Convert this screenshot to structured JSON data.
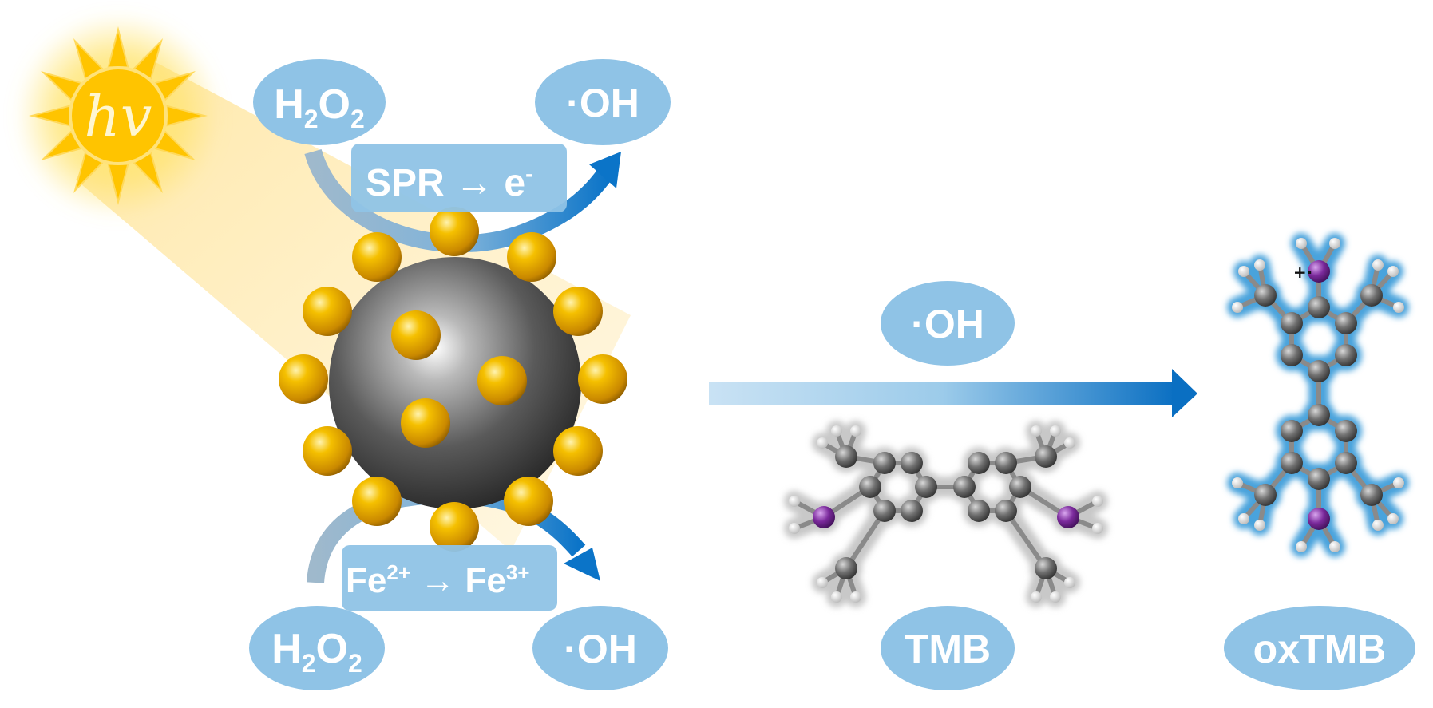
{
  "labels": {
    "hv": "hv",
    "h2o2_top": [
      "H",
      "2",
      "O",
      "2"
    ],
    "oh_top": "·OH",
    "spr": "SPR → e",
    "spr_sup": "-",
    "fe_a": "Fe",
    "fe_a_sup": "2+",
    "fe_arrow": " → Fe",
    "fe_b_sup": "3+",
    "h2o2_bottom": [
      "H",
      "2",
      "O",
      "2"
    ],
    "oh_bottom": "·OH",
    "oh_middle": "·OH",
    "tmb": "TMB",
    "oxtmb": "oxTMB",
    "radical_mark": "+·"
  },
  "colors": {
    "bubble": "#8fc3e6",
    "arrow_blue": "#1a7cc6",
    "arrow_grey": "#8aaec7",
    "gold": "#e8a300",
    "sun": "#ffc400",
    "core": "#555555",
    "nitrogen": "#7b2a9c",
    "carbon": "#6a6a6a",
    "hydrogen": "#e8e8e8",
    "ox_glow": "#4aa3dc"
  }
}
